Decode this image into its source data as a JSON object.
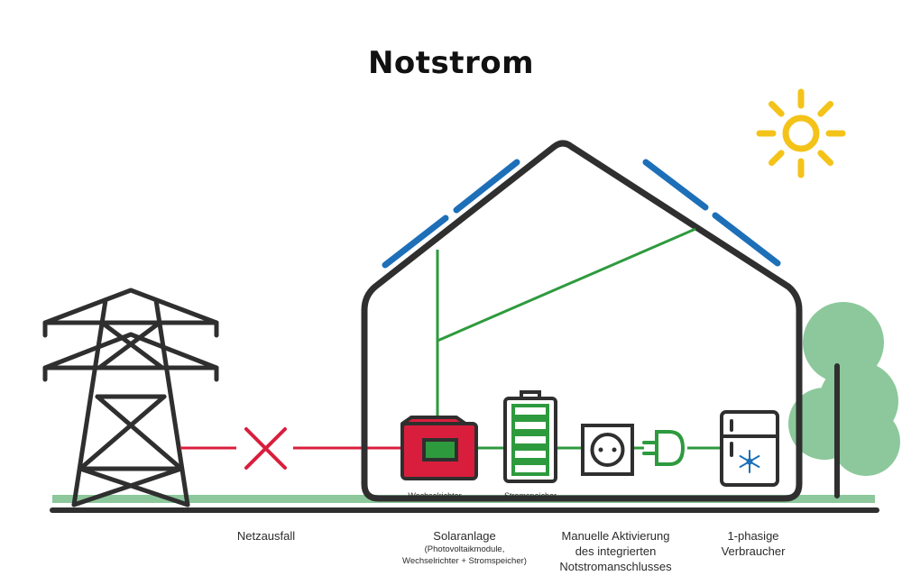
{
  "title": "Notstrom",
  "labels": {
    "inverter": "Wechselrichter",
    "storage": "Stromspeicher"
  },
  "captions": {
    "grid_failure": "Netzausfall",
    "solar_main": "Solaranlage",
    "solar_sub_1": "(Photovoltaikmodule,",
    "solar_sub_2": "Wechselrichter + Stromspeicher)",
    "manual_1": "Manuelle Aktivierung",
    "manual_2": "des integrierten",
    "manual_3": "Notstromanschlusses",
    "consumer_1": "1-phasige",
    "consumer_2": "Verbraucher"
  },
  "colors": {
    "outline": "#2f2f2f",
    "grid_line": "#d91e3d",
    "energy_line": "#2e9a3e",
    "solar_panel": "#1d6fb8",
    "sun": "#f4c31a",
    "ground": "#8cc89b",
    "tree": "#8cc89b"
  },
  "icons": [
    "pylon-icon",
    "cross-icon",
    "house-icon",
    "solar-panel-icon",
    "sun-icon",
    "tree-icon",
    "inverter-icon",
    "battery-icon",
    "socket-icon",
    "plug-icon",
    "fridge-icon",
    "snowflake-icon"
  ],
  "battery_level": 1.0
}
